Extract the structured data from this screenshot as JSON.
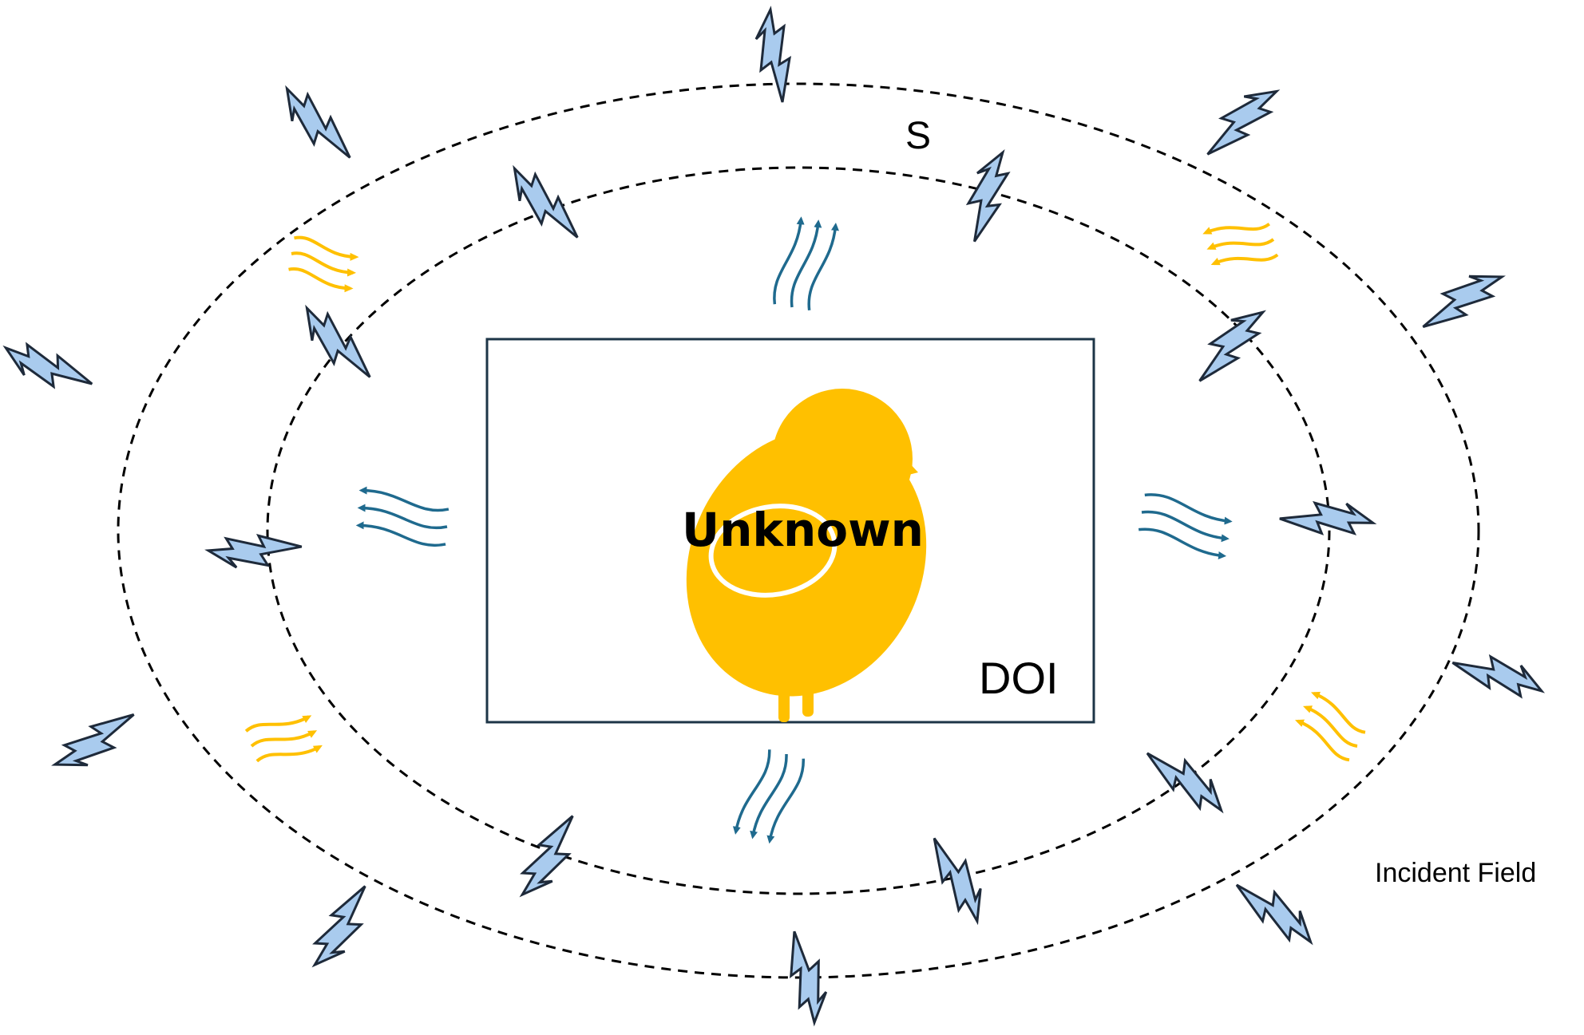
{
  "labels": {
    "surface": "S",
    "domain": "DOI",
    "target": "Unknown",
    "incident": "Incident Field"
  },
  "colors": {
    "lightning_fill": "#a9cbee",
    "lightning_stroke": "#1e2a3a",
    "scattered_wave": "#1f6a8e",
    "incident_wave": "#ffc000",
    "chick": "#ffc000",
    "box_stroke": "#1d3547",
    "dashed": "#000000"
  },
  "icons": {
    "source": "lightning-bolt-icon",
    "object": "chick-icon",
    "scattered": "wavy-arrows-icon"
  }
}
